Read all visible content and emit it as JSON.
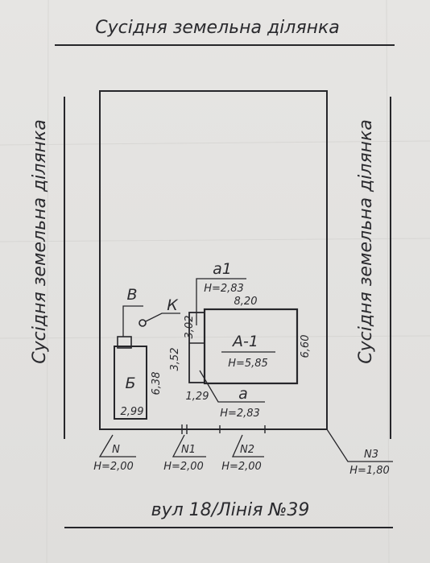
{
  "neighbors": {
    "top": "Сусідня земельна ділянка",
    "left": "Сусідня земельна ділянка",
    "right": "Сусідня земельна ділянка"
  },
  "street": "вул 18/Лінія №39",
  "building_a": {
    "name": "А-1",
    "height": "Н=5,85",
    "length": "8,20",
    "width": "6,60"
  },
  "building_b": {
    "name": "Б",
    "length": "6,38",
    "width": "2,99"
  },
  "annex_a1": {
    "name": "а1",
    "height": "Н=2,83",
    "length": "3,02"
  },
  "annex_a": {
    "name": "а",
    "height": "Н=2,83",
    "length": "3,52",
    "width": "1,29"
  },
  "well_label": "К",
  "annex_v_label": "В",
  "fence_points": [
    {
      "name": "N",
      "height": "Н=2,00"
    },
    {
      "name": "N1",
      "height": "Н=2,00"
    },
    {
      "name": "N2",
      "height": "Н=2,00"
    },
    {
      "name": "N3",
      "height": "Н=1,80"
    }
  ]
}
